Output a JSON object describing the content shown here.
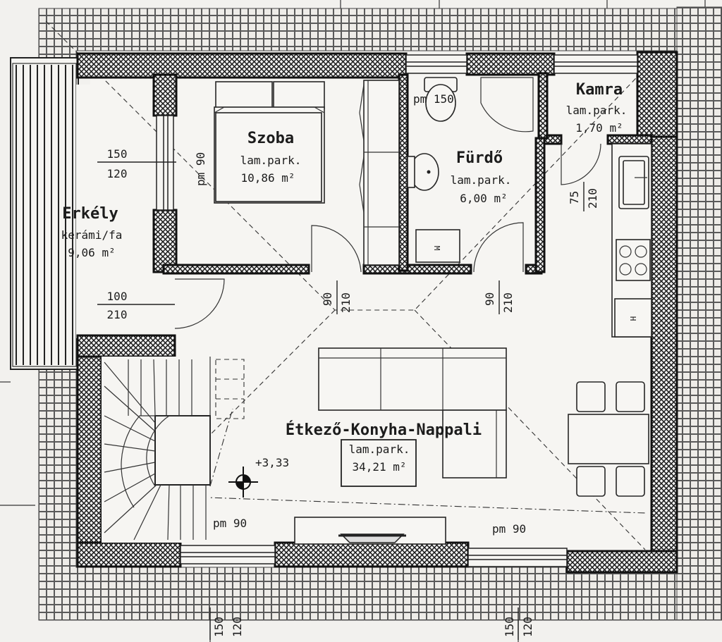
{
  "rooms": {
    "szoba": {
      "name": "Szoba",
      "floor": "lam.park.",
      "area": "10,86 m²"
    },
    "furdo": {
      "name": "Fürdő",
      "floor": "lam.park.",
      "area": "6,00 m²"
    },
    "kamra": {
      "name": "Kamra",
      "floor": "lam.park.",
      "area": "1,70 m²"
    },
    "erkely": {
      "name": "Erkély",
      "floor": "kerámi/fa",
      "area": "9,06 m²"
    },
    "main": {
      "name": "Étkező-Konyha-Nappali",
      "floor": "lam.park.",
      "area": "34,21 m²"
    }
  },
  "labels": {
    "level": "+3,33",
    "pm_150": "pm 150",
    "pm_90_szoba": "pm 90",
    "pm_90_stairs": "pm 90",
    "pm_90_window": "pm 90"
  },
  "dimensions": {
    "w150_top": "150",
    "w120_bottom": "120",
    "d100_top": "100",
    "d210_bottom": "210",
    "d90_a": "90",
    "d210_a": "210",
    "d90_b": "90",
    "d210_b": "210",
    "d75": "75",
    "d210_c": "210",
    "b150_a": "150",
    "b120_a": "120",
    "b150_b": "150",
    "b120_b": "120"
  },
  "fixtures": {
    "washer": "M",
    "fridge": "H"
  },
  "colors": {
    "ink": "#1c1c1c",
    "paper": "#f2f1ee",
    "hatch": "#222222"
  }
}
